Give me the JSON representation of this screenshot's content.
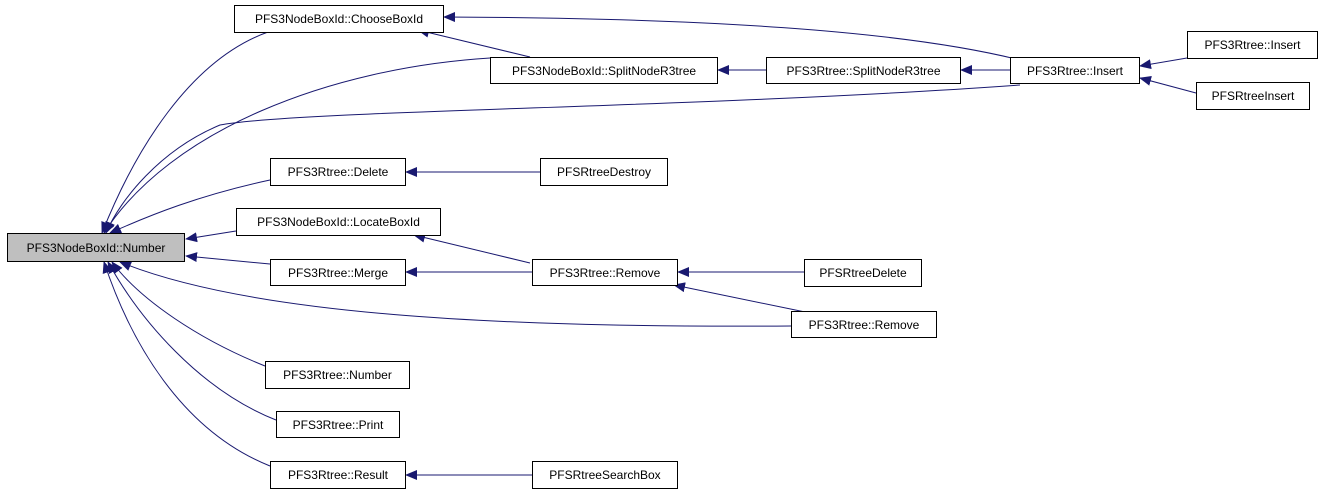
{
  "graph": {
    "edge_color": "#191970",
    "focus_fill": "#bfbfbf",
    "nodes": {
      "number_focus": "PFS3NodeBoxId::Number",
      "choose_box_id": "PFS3NodeBoxId::ChooseBoxId",
      "split_node_r3tree_nbi": "PFS3NodeBoxId::SplitNodeR3tree",
      "split_node_r3tree": "PFS3Rtree::SplitNodeR3tree",
      "insert": "PFS3Rtree::Insert",
      "insert_outer": "PFS3Rtree::Insert",
      "pfsrtree_insert": "PFSRtreeInsert",
      "delete": "PFS3Rtree::Delete",
      "pfsrtree_destroy": "PFSRtreeDestroy",
      "locate_box_id": "PFS3NodeBoxId::LocateBoxId",
      "merge": "PFS3Rtree::Merge",
      "remove": "PFS3Rtree::Remove",
      "pfsrtree_delete": "PFSRtreeDelete",
      "remove_outer": "PFS3Rtree::Remove",
      "rtree_number": "PFS3Rtree::Number",
      "print": "PFS3Rtree::Print",
      "result": "PFS3Rtree::Result",
      "pfsrtree_search_box": "PFSRtreeSearchBox"
    }
  }
}
